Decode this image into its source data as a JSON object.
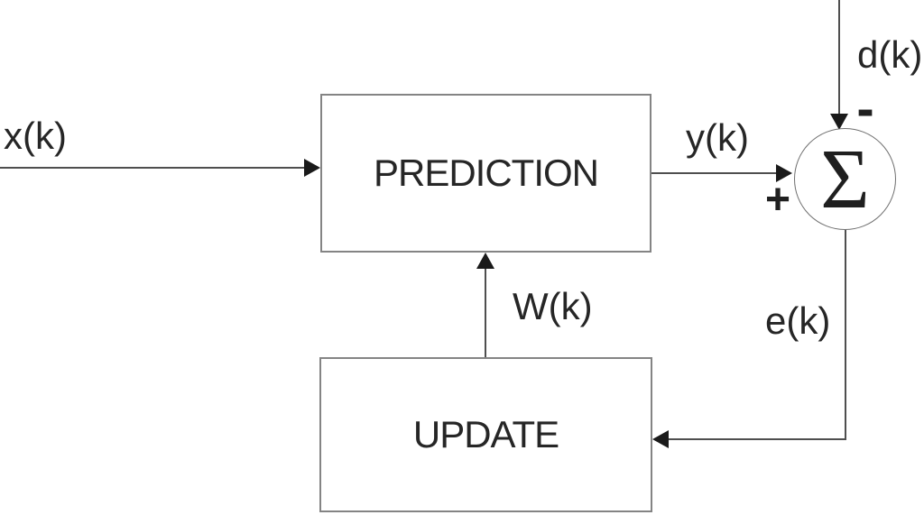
{
  "blocks": {
    "prediction": "PREDICTION",
    "update": "UPDATE"
  },
  "summation": {
    "symbol": "Σ",
    "plus_sign": "+",
    "minus_sign": "-"
  },
  "signals": {
    "x": "x(k)",
    "y": "y(k)",
    "d": "d(k)",
    "e": "e(k)",
    "w": "W(k)"
  },
  "colors": {
    "background": "#ffffff",
    "box_border": "#848484",
    "line": "#4f4f4f",
    "arrowhead": "#1a1a1a",
    "text": "#262626"
  }
}
